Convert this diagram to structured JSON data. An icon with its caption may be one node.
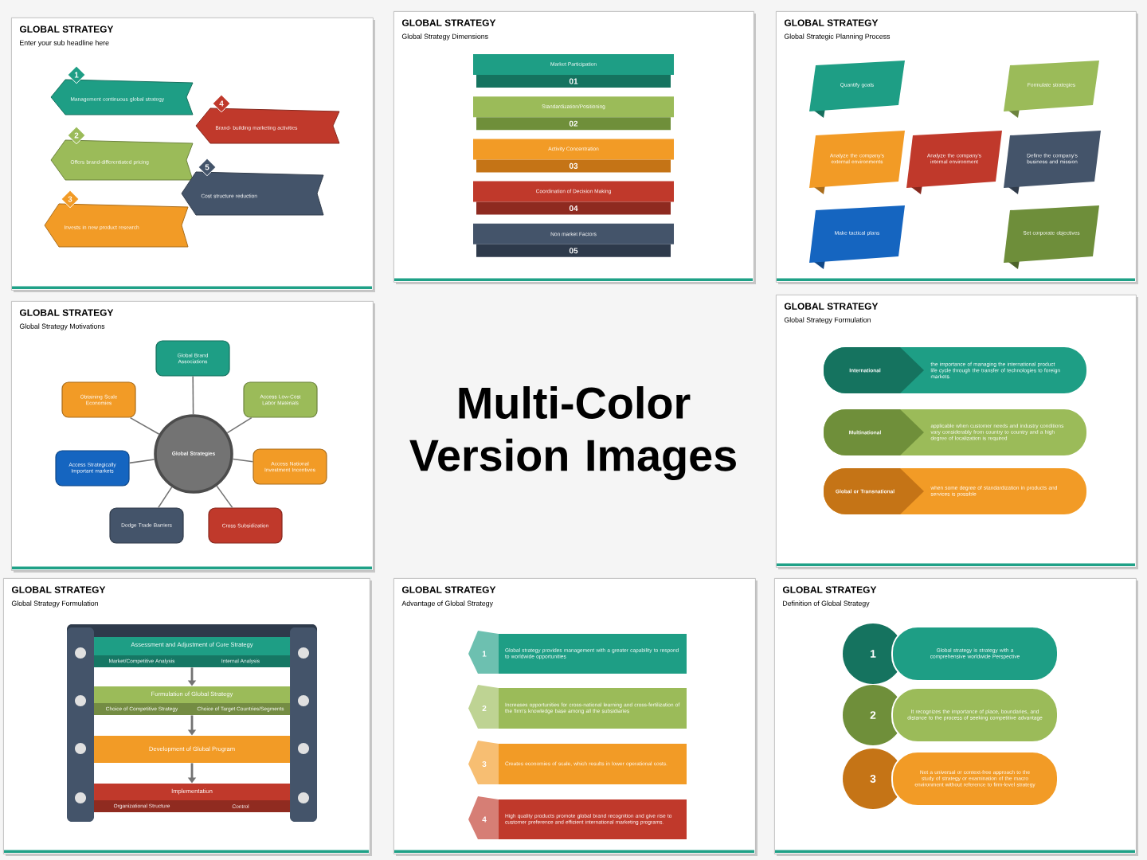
{
  "diagram": {
    "title": "Multi-Color Version Images",
    "nodes": [
      {
        "text": [
          "GLOBAL STRATEGY",
          "Enter your sub headline here"
        ]
      },
      {
        "text": [
          "1",
          "Management continuous global strategy"
        ],
        "in": 0
      },
      {
        "text": [
          "2",
          "Offers brand-differentiated pricing"
        ],
        "in": 0
      },
      {
        "text": [
          "3",
          "Invests in new product research"
        ],
        "in": 0
      },
      {
        "text": [
          "4",
          "Brand- building marketing activities"
        ],
        "in": 0
      },
      {
        "text": [
          "5",
          "Cost structure reduction"
        ],
        "in": 0
      },
      {
        "text": [
          "GLOBAL STRATEGY",
          "Global Strategy Dimensions"
        ]
      },
      {
        "text": [
          "Market Participation",
          "01"
        ],
        "in": 6
      },
      {
        "text": [
          "Standardization/Positioning",
          "02"
        ],
        "in": 6
      },
      {
        "text": [
          "Activity Concentration",
          "03"
        ],
        "in": 6
      },
      {
        "text": [
          "Coordination of Decision Making",
          "04"
        ],
        "in": 6
      },
      {
        "text": [
          "Non market Factors",
          "05"
        ],
        "in": 6
      },
      {
        "text": [
          "GLOBAL STRATEGY",
          "Global Strategic Planning Process"
        ]
      },
      {
        "text": [
          "Quantify goals"
        ],
        "in": 12
      },
      {
        "text": [
          "Formulate strategies"
        ],
        "in": 12
      },
      {
        "text": [
          "Analyze the company's external environments"
        ],
        "in": 12
      },
      {
        "text": [
          "Analyze the company's internal environment"
        ],
        "in": 12
      },
      {
        "text": [
          "Define the company's business and mission"
        ],
        "in": 12
      },
      {
        "text": [
          "Make tactical plans"
        ],
        "in": 12
      },
      {
        "text": [
          "Set corporate objectives"
        ],
        "in": 12
      },
      {
        "text": [
          "GLOBAL STRATEGY",
          "Global Strategy Motivations"
        ]
      },
      {
        "text": [
          "Global Strategies"
        ],
        "in": 20
      },
      {
        "text": [
          "Global Brand Associations"
        ],
        "in": 20
      },
      {
        "text": [
          "Access Low-Cost Labor Materials"
        ],
        "in": 20
      },
      {
        "text": [
          "Access National Investment Incentives"
        ],
        "in": 20
      },
      {
        "text": [
          "Cross Subsidization"
        ],
        "in": 20
      },
      {
        "text": [
          "Dodge Trade Barriers"
        ],
        "in": 20
      },
      {
        "text": [
          "Access Strategically Important markets"
        ],
        "in": 20
      },
      {
        "text": [
          "Obtaining Scale Economies"
        ],
        "in": 20
      },
      {
        "text": [
          "GLOBAL STRATEGY",
          "Global Strategy Formulation"
        ]
      },
      {
        "text": [
          "International",
          "the importance of managing the international product life cycle through the transfer of technologies to foreign markets."
        ],
        "in": 29
      },
      {
        "text": [
          "Multinational",
          "applicable when customer needs and industry conditions vary considerably from country to country and a high degree of localization is required"
        ],
        "in": 29
      },
      {
        "text": [
          "Global or Transnational",
          "when some degree of standardization in products and services is possible"
        ],
        "in": 29
      },
      {
        "text": [
          "GLOBAL STRATEGY",
          "Global Strategy Formulation"
        ]
      },
      {
        "text": [
          "Assessment and Adjustment of Core Strategy",
          "Market/Competitive Analysis",
          "Internal Analysis"
        ],
        "in": 33
      },
      {
        "text": [
          "Formulation of Global Strategy",
          "Choice of Competitive Strategy",
          "Choice of Target Countries/Segments"
        ],
        "in": 33
      },
      {
        "text": [
          "Development of Global Program"
        ],
        "in": 33
      },
      {
        "text": [
          "Implementation",
          "Organizational Structure",
          "Control"
        ],
        "in": 33
      },
      {
        "text": [
          "GLOBAL STRATEGY",
          "Advantage of Global Strategy"
        ]
      },
      {
        "text": [
          "1",
          "Global strategy provides management with a greater capability to respond to worldwide opportunities"
        ],
        "in": 38
      },
      {
        "text": [
          "2",
          "Increases opportunities for cross-national learning and cross-fertilization of the firm's knowledge base among all the subsidiaries"
        ],
        "in": 38
      },
      {
        "text": [
          "3",
          "Creates economies of scale, which results in lower operational costs."
        ],
        "in": 38
      },
      {
        "text": [
          "4",
          "High quality products promote global brand recognition and give rise to customer preference and efficient international marketing programs."
        ],
        "in": 38
      },
      {
        "text": [
          "GLOBAL STRATEGY",
          "Definition of Global Strategy"
        ]
      },
      {
        "text": [
          "1",
          "Global strategy is strategy with a comprehensive worldwide Perspective"
        ],
        "in": 43
      },
      {
        "text": [
          "2",
          "It recognizes the importance of place, boundaries, and distance to the process of seeking competitive advantage"
        ],
        "in": 43
      },
      {
        "text": [
          "3",
          "Not a universal or context-free approach to the study of strategy or examination of the macro environment without reference to firm-level strategy"
        ],
        "in": 43
      }
    ],
    "edges": [
      {
        "from": 21,
        "to": 22,
        "arrow": "none"
      },
      {
        "from": 21,
        "to": 23,
        "arrow": "none"
      },
      {
        "from": 21,
        "to": 24,
        "arrow": "none"
      },
      {
        "from": 21,
        "to": 25,
        "arrow": "none"
      },
      {
        "from": 21,
        "to": 26,
        "arrow": "none"
      },
      {
        "from": 21,
        "to": 27,
        "arrow": "none"
      },
      {
        "from": 21,
        "to": 28,
        "arrow": "none"
      },
      {
        "from": 34,
        "to": 35,
        "arrow": "to"
      },
      {
        "from": 35,
        "to": 36,
        "arrow": "to"
      },
      {
        "from": 36,
        "to": 37,
        "arrow": "to"
      }
    ]
  }
}
